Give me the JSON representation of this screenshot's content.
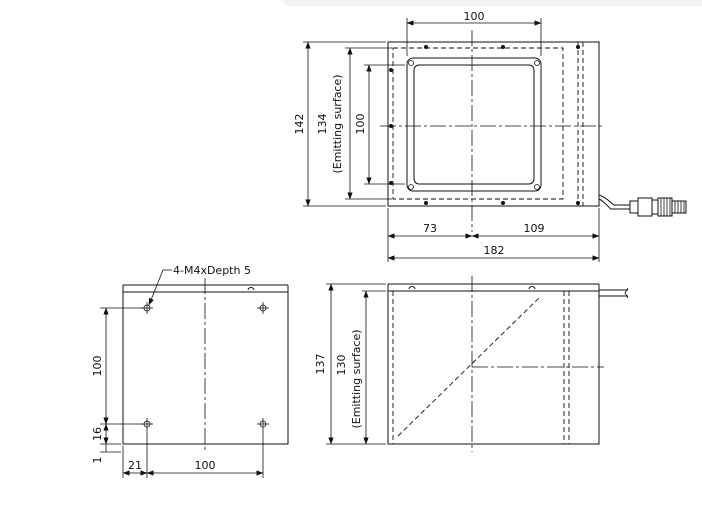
{
  "top_view": {
    "dim_window_width": "100",
    "dim_height_total": "142",
    "dim_emitting_height": "134",
    "emitting_label": "(Emitting surface)",
    "dim_window_height": "100",
    "dim_left_offset": "73",
    "dim_right_offset": "109",
    "dim_total_width": "182"
  },
  "side_view": {
    "dim_height_total": "137",
    "dim_emitting_height": "130",
    "emitting_label": "(Emitting surface)"
  },
  "bottom_view": {
    "thread_note": "4-M4xDepth 5",
    "dim_vertical_pitch": "100",
    "dim_bottom_offset": "16",
    "dim_base_offset": "1",
    "dim_left_offset": "21",
    "dim_horizontal_pitch": "100"
  }
}
